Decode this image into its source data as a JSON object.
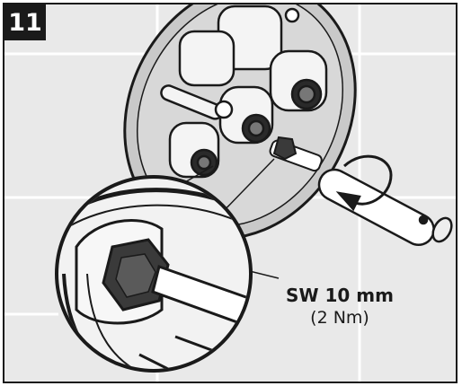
{
  "step": {
    "number": "11"
  },
  "wrench_spec": {
    "size": "SW 10 mm",
    "torque": "(2 Nm)"
  },
  "colors": {
    "background": "#e9e9e9",
    "tile_lines": "#ffffff",
    "mount_plate": "#c9c9c9",
    "outline": "#1a1a1a",
    "badge": "#1a1a1a"
  }
}
